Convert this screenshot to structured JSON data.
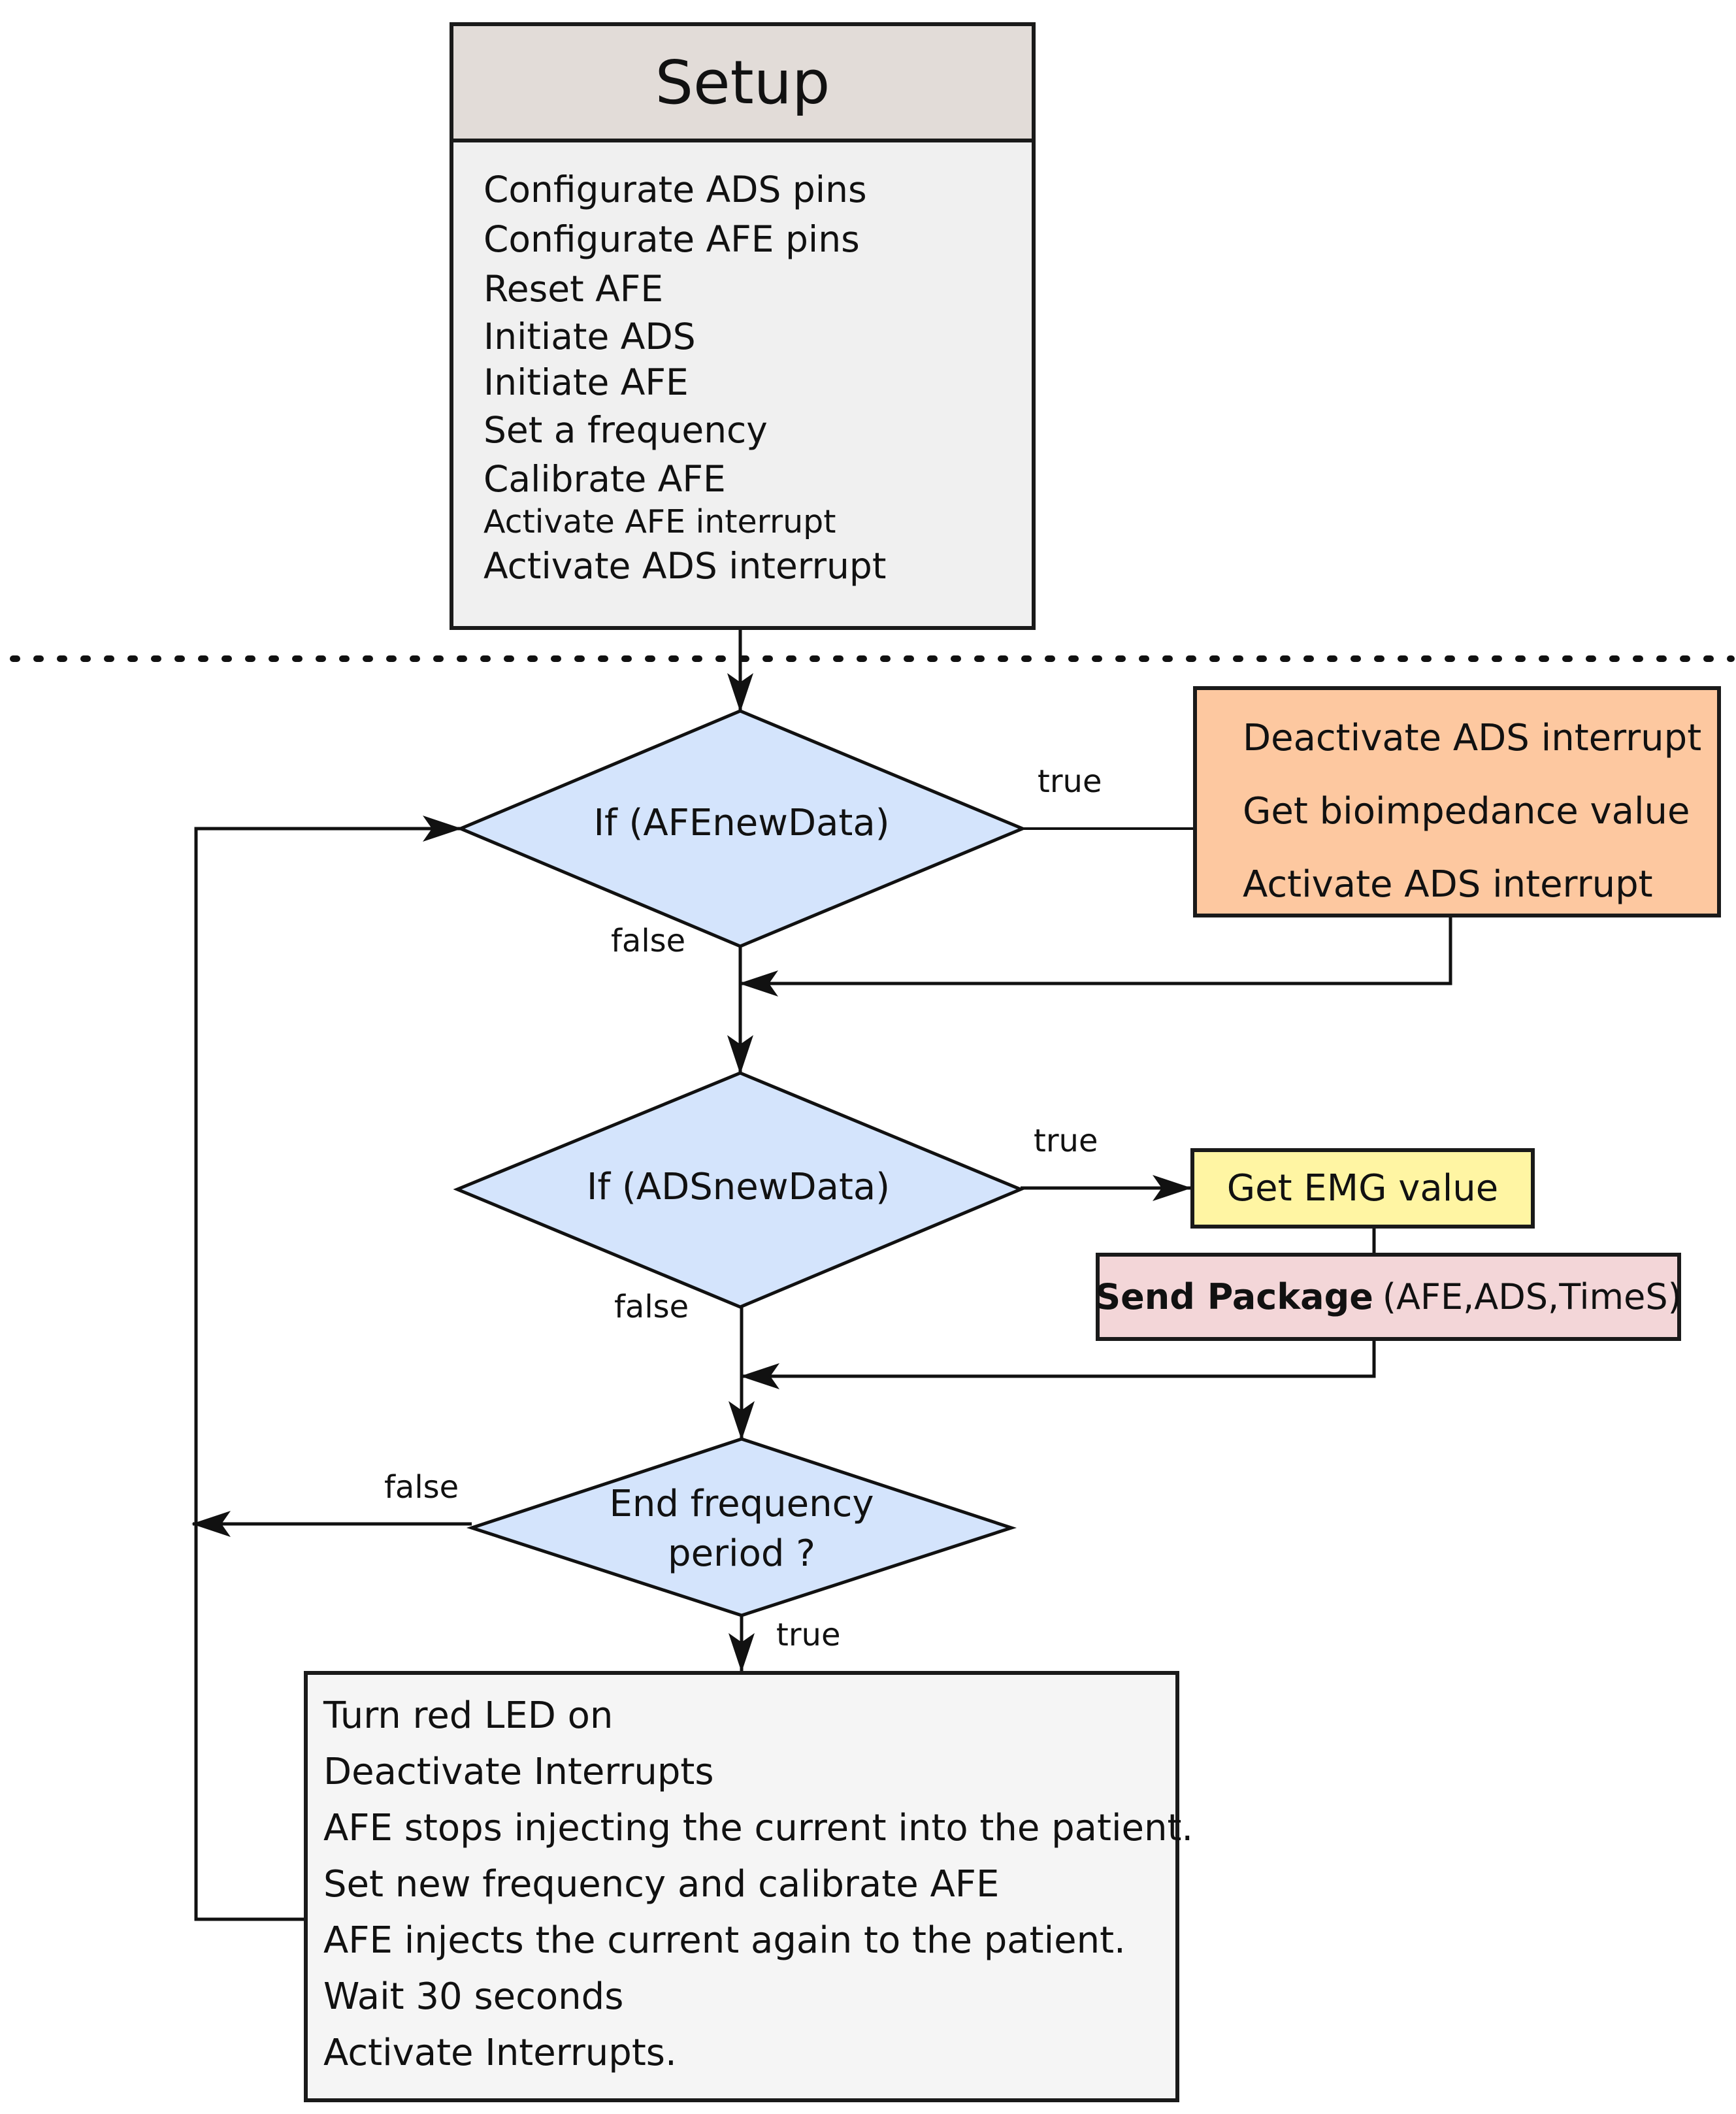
{
  "setup": {
    "title": "Setup",
    "items": [
      "Configurate ADS pins",
      "Configurate AFE pins",
      "Reset AFE",
      "Initiate ADS",
      "Initiate AFE",
      "Set a frequency",
      "Calibrate AFE",
      "Activate AFE interrupt",
      "Activate ADS interrupt"
    ]
  },
  "decision_afe": {
    "text": "If (AFEnewData)",
    "true_label": "true",
    "false_label": "false"
  },
  "afe_actions": {
    "items": [
      "Deactivate ADS interrupt",
      "Get bioimpedance value",
      "Activate ADS interrupt"
    ]
  },
  "decision_ads": {
    "text": "If (ADSnewData)",
    "true_label": "true",
    "false_label": "false"
  },
  "emg_box": {
    "text": "Get EMG value"
  },
  "send_box": {
    "bold": "Send Package",
    "rest": "(AFE,ADS,TimeS)"
  },
  "decision_end": {
    "line1": "End frequency",
    "line2": "period ?",
    "true_label": "true",
    "false_label": "false"
  },
  "final_actions": {
    "items": [
      "Turn red LED on",
      "Deactivate Interrupts",
      "AFE stops injecting  the current into the patient.",
      "Set new frequency and calibrate AFE",
      "AFE injects the current again to the patient.",
      "Wait 30 seconds",
      "Activate Interrupts."
    ]
  },
  "colors": {
    "setup_header": "#e2dcd8",
    "setup_body": "#f0f0f0",
    "decision_fill": "#d4e4fc",
    "afe_box": "#fdc8a0",
    "emg_box": "#fff5a3",
    "send_box": "#f3d6d8",
    "final_box": "#f5f5f5"
  }
}
